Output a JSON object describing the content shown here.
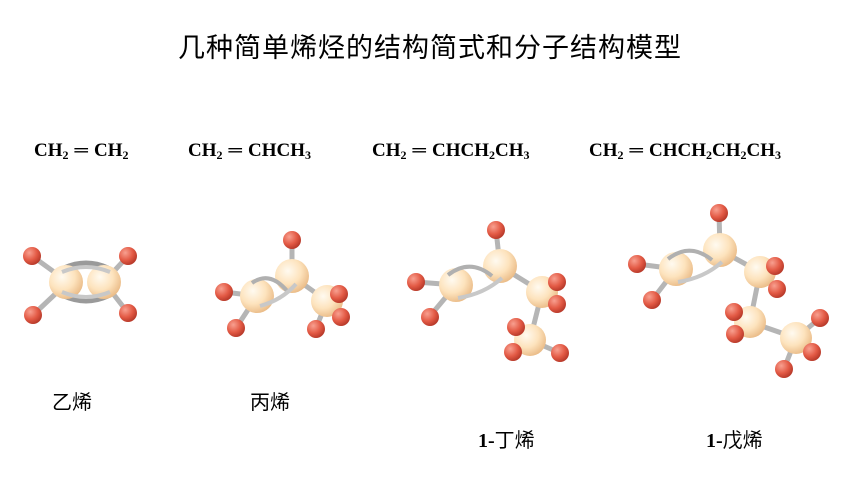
{
  "slide": {
    "title": "几种简单烯烃的结构简式和分子结构模型"
  },
  "alkenes": [
    {
      "formula": {
        "p1": "CH",
        "s1": "2",
        "eq": "═",
        "p2": "CH",
        "s2": "2"
      },
      "name": "乙烯"
    },
    {
      "formula": {
        "p1": "CH",
        "s1": "2",
        "eq": "═",
        "p2": "CHCH",
        "s2": "3"
      },
      "name": "丙烯"
    },
    {
      "formula": {
        "p1": "CH",
        "s1": "2",
        "eq": "═",
        "p2": "CHCH",
        "s2": "2",
        "p3": "CH",
        "s3": "3"
      },
      "name_num": "1-",
      "name": "丁烯"
    },
    {
      "formula": {
        "p1": "CH",
        "s1": "2",
        "eq": "═",
        "p2": "CHCH",
        "s2": "2",
        "p3": "CH",
        "s3": "2",
        "p4": "CH",
        "s4": "3"
      },
      "name_num": "1-",
      "name": "戊烯"
    }
  ],
  "colors": {
    "carbon": "#fde3bd",
    "hydrogen": "#e8604c",
    "bond": "#b8b8b8"
  }
}
